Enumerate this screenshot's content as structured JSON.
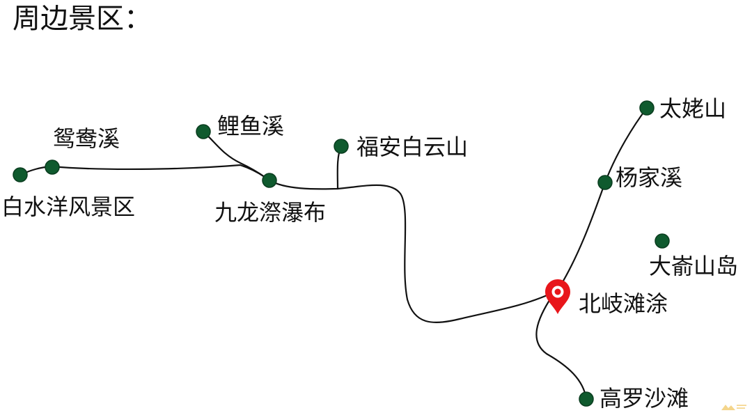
{
  "title": "周边景区：",
  "colors": {
    "dot": "#0f5a2e",
    "route": "#111111",
    "marker": "#e8161b",
    "text": "#111111"
  },
  "places": [
    {
      "id": "baishuiyang",
      "name": "白水洋风景区",
      "icon": "green-dot-icon"
    },
    {
      "id": "yuanyangxi",
      "name": "鸳鸯溪",
      "icon": "green-dot-icon"
    },
    {
      "id": "liyuxi",
      "name": "鲤鱼溪",
      "icon": "green-dot-icon"
    },
    {
      "id": "jiulongji",
      "name": "九龙漈瀑布",
      "icon": "green-dot-icon"
    },
    {
      "id": "fuanbaiyunshan",
      "name": "福安白云山",
      "icon": "green-dot-icon"
    },
    {
      "id": "taimushan",
      "name": "太姥山",
      "icon": "green-dot-icon"
    },
    {
      "id": "yangjiaxi",
      "name": "杨家溪",
      "icon": "green-dot-icon"
    },
    {
      "id": "dayushandao",
      "name": "大嵛山岛",
      "icon": "green-dot-icon"
    },
    {
      "id": "beiqitantu",
      "name": "北岐滩涂",
      "icon": "location-pin-icon",
      "current": true
    },
    {
      "id": "gaoluoshatan",
      "name": "高罗沙滩",
      "icon": "green-dot-icon"
    }
  ],
  "watermark": {
    "icon": "watermark-logo-icon"
  }
}
